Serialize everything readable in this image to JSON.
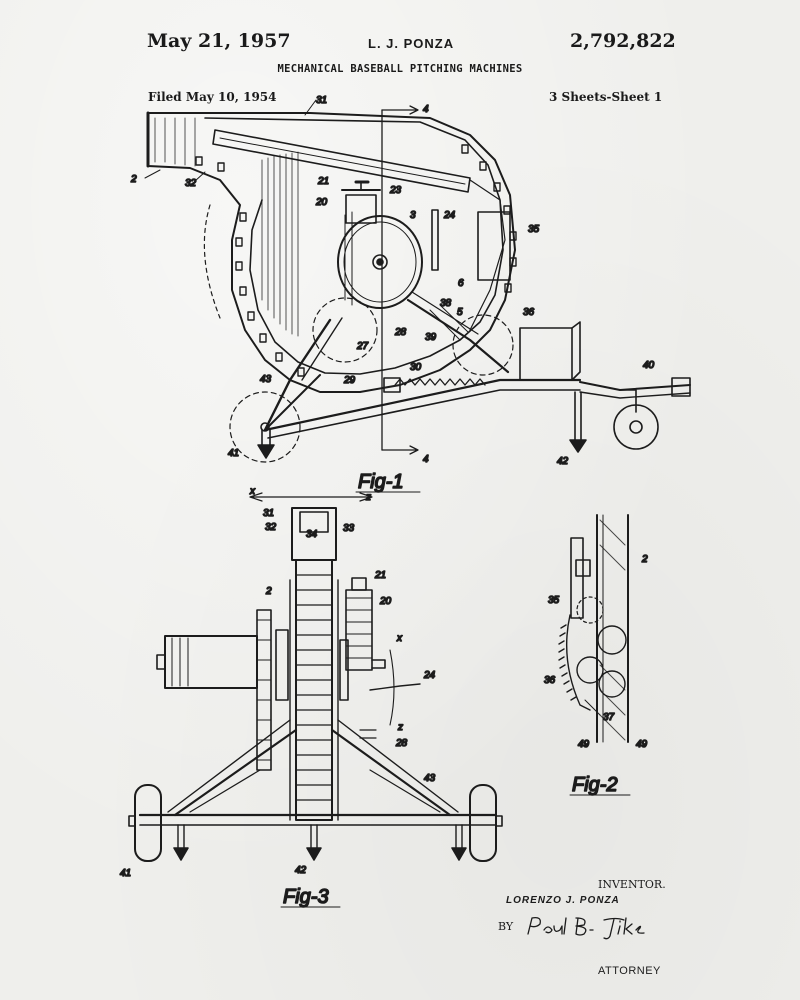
{
  "header": {
    "date": "May 21, 1957",
    "inventor": "L. J. PONZA",
    "patent_number": "2,792,822",
    "title": "MECHANICAL BASEBALL PITCHING MACHINES",
    "filed": "Filed May 10, 1954",
    "sheets": "3 Sheets-Sheet 1"
  },
  "figures": {
    "fig1": "Fig-1",
    "fig2": "Fig-2",
    "fig3": "Fig-3"
  },
  "labels": {
    "l31a": "31",
    "l2a": "2",
    "l32a": "32",
    "l21a": "21",
    "l23": "23",
    "l20a": "20",
    "l3": "3",
    "l24a": "24",
    "l35a": "35",
    "l6": "6",
    "l5": "5",
    "l38": "38",
    "l39": "39",
    "l36a": "36",
    "l28a": "28",
    "l27": "27",
    "l30": "30",
    "l29": "29",
    "l43a": "43",
    "l40": "40",
    "l41a": "41",
    "l42a": "42",
    "l4a": "4",
    "l4b": "4",
    "l31b": "31",
    "l32b": "32",
    "l34": "34",
    "l33": "33",
    "l21b": "21",
    "l2b": "2",
    "l20b": "20",
    "l24b": "24",
    "l28b": "28",
    "l43b": "43",
    "l41b": "41",
    "l42b": "42",
    "l2c": "2",
    "l35b": "35",
    "l36b": "36",
    "l37": "37",
    "l49a": "49",
    "l49b": "49",
    "lx1": "x",
    "lz1": "z",
    "lx2": "x",
    "lz2": "z"
  },
  "footer": {
    "inventor_caption": "INVENTOR.",
    "inventor_name": "LORENZO J. PONZA",
    "by": "BY",
    "signature": "Paul B. Fike",
    "attorney": "ATTORNEY"
  }
}
